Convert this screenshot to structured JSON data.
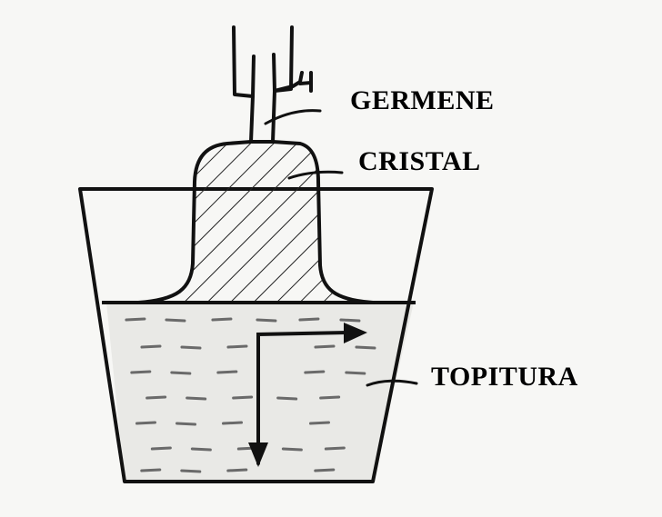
{
  "diagram": {
    "labels": {
      "seed": "GERMENE",
      "crystal": "CRISTAL",
      "melt": "TOPITURA"
    },
    "colors": {
      "ink": "#111111",
      "paper": "#f7f7f5",
      "melt_fill": "#e9e9e6",
      "dash": "#6a6a6a"
    }
  }
}
